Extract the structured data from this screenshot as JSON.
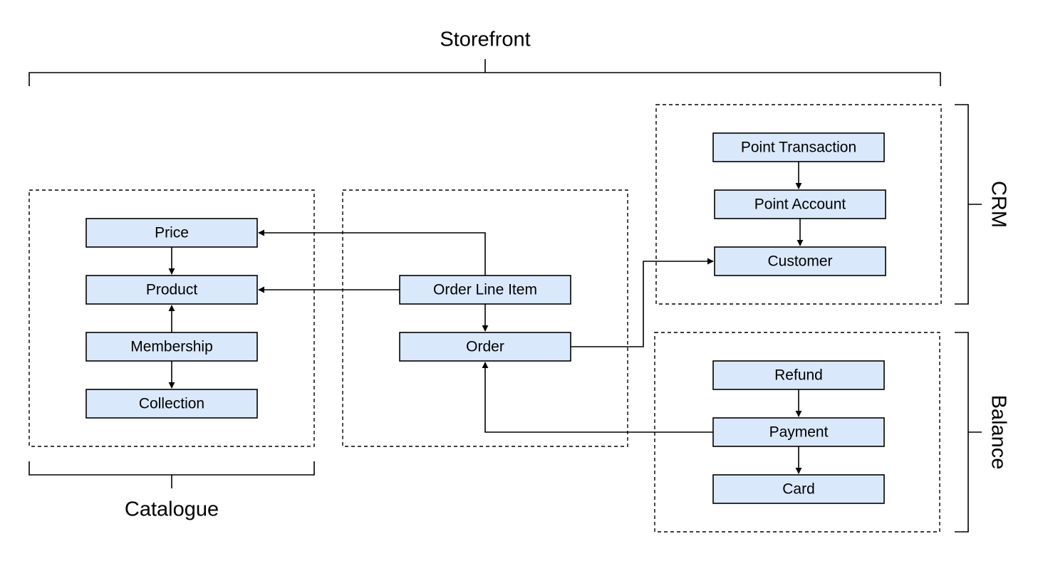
{
  "labels": {
    "storefront": "Storefront",
    "catalogue": "Catalogue",
    "crm": "CRM",
    "balance": "Balance"
  },
  "nodes": {
    "price": "Price",
    "product": "Product",
    "membership": "Membership",
    "collection": "Collection",
    "order_line_item": "Order Line Item",
    "order": "Order",
    "point_transaction": "Point Transaction",
    "point_account": "Point Account",
    "customer": "Customer",
    "refund": "Refund",
    "payment": "Payment",
    "card": "Card"
  },
  "edges": [
    {
      "from": "price",
      "to": "product"
    },
    {
      "from": "membership",
      "to": "product"
    },
    {
      "from": "membership",
      "to": "collection"
    },
    {
      "from": "order_line_item",
      "to": "price"
    },
    {
      "from": "order_line_item",
      "to": "product"
    },
    {
      "from": "order_line_item",
      "to": "order"
    },
    {
      "from": "order",
      "to": "customer"
    },
    {
      "from": "point_transaction",
      "to": "point_account"
    },
    {
      "from": "point_account",
      "to": "customer"
    },
    {
      "from": "refund",
      "to": "payment"
    },
    {
      "from": "payment",
      "to": "card"
    },
    {
      "from": "payment",
      "to": "order"
    }
  ],
  "colors": {
    "node_fill": "#dae8fc",
    "stroke": "#000000"
  }
}
